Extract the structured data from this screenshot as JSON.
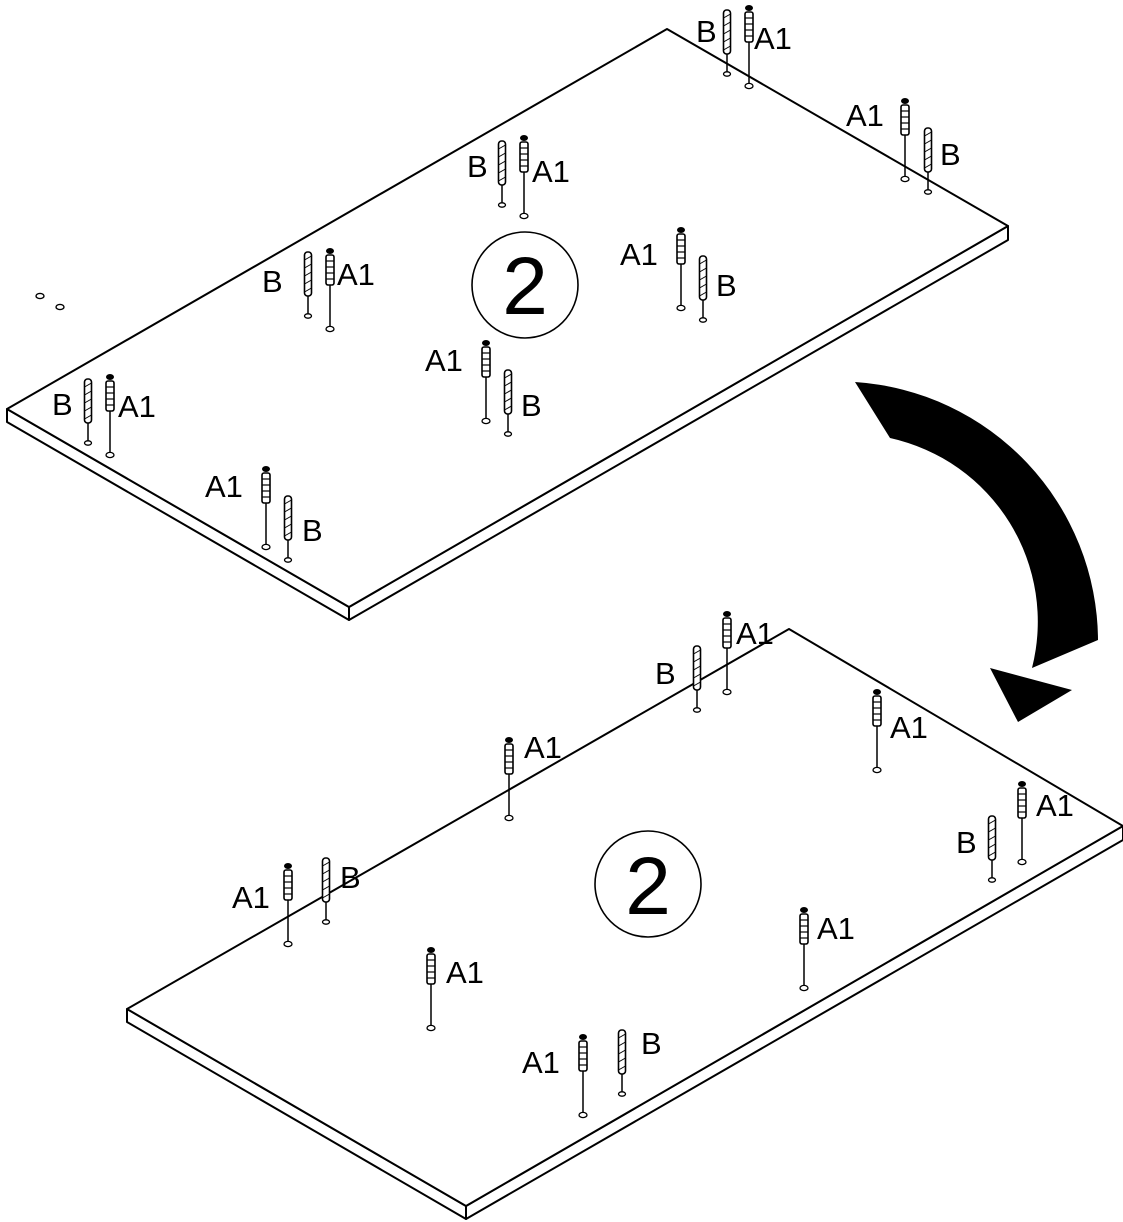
{
  "panel_number": "2",
  "labels": {
    "dowel": "B",
    "cam_bolt": "A1"
  },
  "top_panel": {
    "number": "2",
    "hardware_groups": [
      {
        "type": "pair-B-A1"
      },
      {
        "type": "pair-A1-B"
      },
      {
        "type": "pair-B-A1"
      },
      {
        "type": "pair-A1-B"
      },
      {
        "type": "pair-B-A1"
      },
      {
        "type": "pair-A1-B"
      },
      {
        "type": "pair-B-A1"
      },
      {
        "type": "pair-A1-B"
      }
    ]
  },
  "bottom_panel": {
    "number": "2",
    "hardware_groups": [
      {
        "type": "pair-B-A1"
      },
      {
        "type": "single-A1"
      },
      {
        "type": "single-A1"
      },
      {
        "type": "pair-A1-B"
      },
      {
        "type": "pair-B-A1"
      },
      {
        "type": "single-A1"
      },
      {
        "type": "single-A1"
      },
      {
        "type": "pair-A1-B"
      }
    ]
  },
  "flip_arrow": {
    "meaning": "flip panel over",
    "color": "#000000"
  },
  "colors": {
    "line": "#000000",
    "background": "#ffffff"
  }
}
